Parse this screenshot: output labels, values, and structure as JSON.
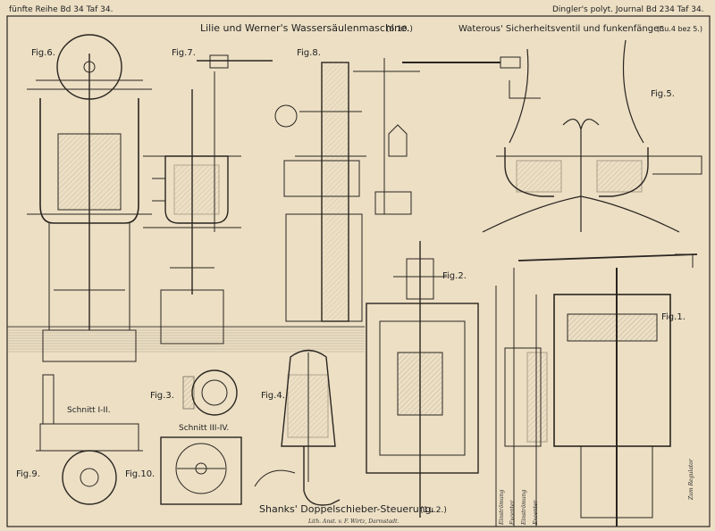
{
  "header": {
    "series_left": "fünfte Reihe Bd 34 Taf 34.",
    "title_center": "Lilie und Werner's Wassersäulenmaschine.",
    "title_center_ref": "(6.10.)",
    "journal_right": "Dingler's polyt. Journal Bd 234 Taf 34.",
    "title_right": "Waterous' Sicherheitsventil und funkenfänger.",
    "title_right_ref": "(3u.4 bez 5.)"
  },
  "figures": {
    "fig6": "Fig.6.",
    "fig7": "Fig.7.",
    "fig8": "Fig.8.",
    "fig5": "Fig.5.",
    "fig2": "Fig.2.",
    "fig1": "Fig.1.",
    "fig3": "Fig.3.",
    "fig4": "Fig.4.",
    "fig9": "Fig.9.",
    "fig10": "Fig.10.",
    "schnitt_1_2": "Schnitt I-II.",
    "schnitt_3_4": "Schnitt III-IV."
  },
  "footer": {
    "title_bottom": "Shanks' Doppelschieber-Steuerung.",
    "title_bottom_ref": "(1u.2.)",
    "lithographer": "Lith. Anst. v. F. Wirtz, Darmstadt."
  },
  "margin_labels": {
    "zum_regulator": "Zum Regulator",
    "col_1": "Einströmung",
    "col_2": "Excenter",
    "col_3": "Einströmung",
    "col_4": "Excenter"
  },
  "colors": {
    "paper": "#ecdfc4",
    "ink": "#2a2520",
    "water": "#c9c0aa"
  }
}
